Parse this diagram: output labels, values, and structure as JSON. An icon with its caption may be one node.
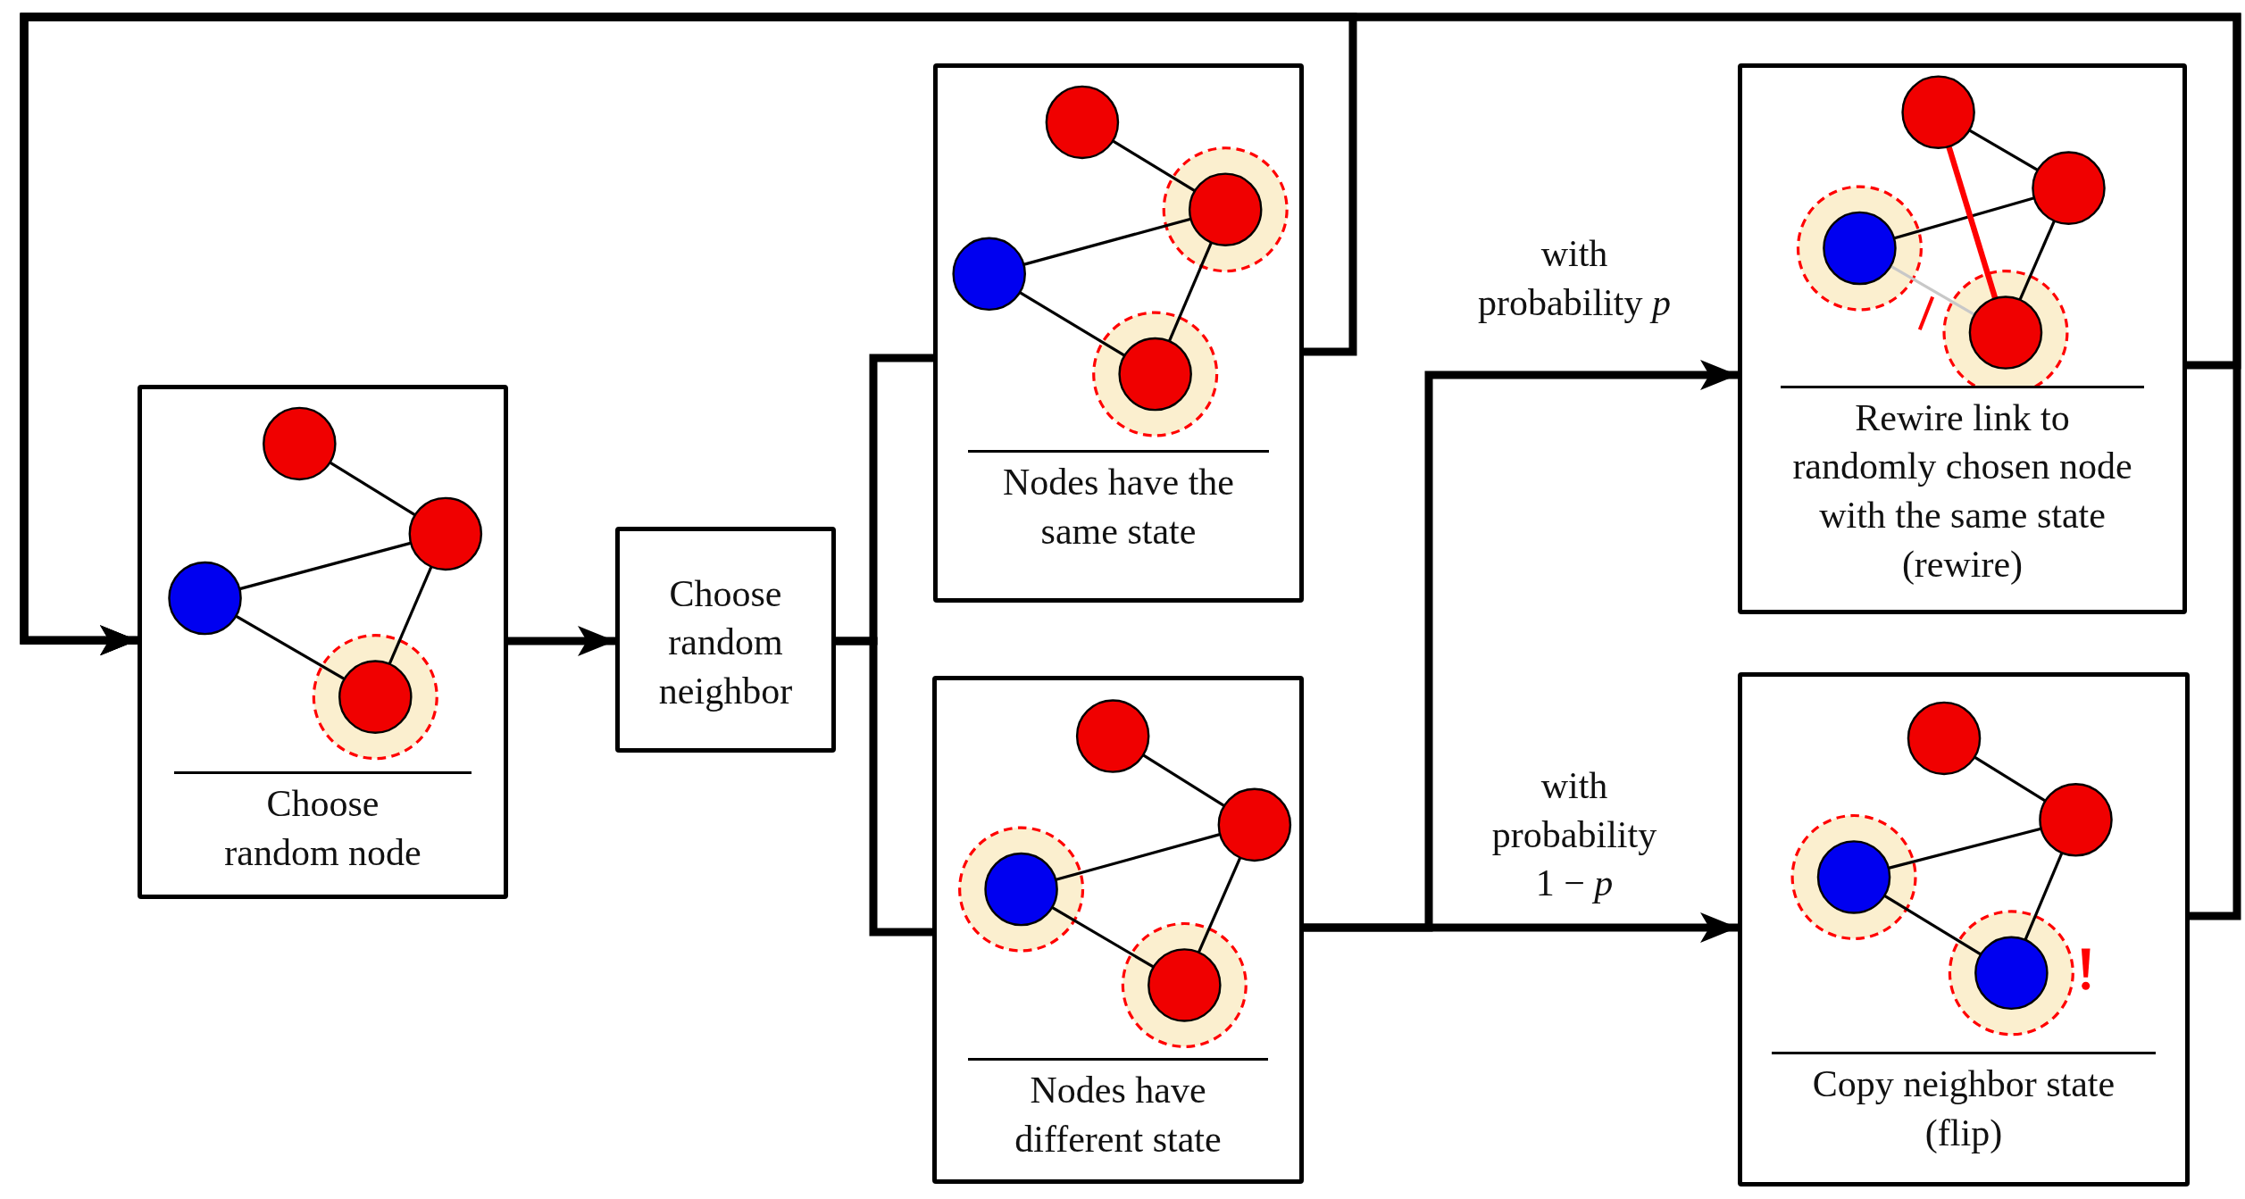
{
  "diagram": {
    "nodes": [
      {
        "text": [
          "Choose random node"
        ]
      },
      {
        "text": [
          "Choose random neighbor"
        ]
      },
      {
        "text": [
          "Nodes have the same state"
        ]
      },
      {
        "text": [
          "Nodes have different state"
        ]
      },
      {
        "text": [
          "Rewire link to randomly chosen node with the same state (rewire)"
        ]
      },
      {
        "text": [
          "Copy neighbor state (flip)"
        ]
      }
    ],
    "edges": [
      {
        "from": 0,
        "to": 1,
        "arrow": "to"
      },
      {
        "from": 1,
        "to": 2,
        "arrow": "none"
      },
      {
        "from": 1,
        "to": 3,
        "arrow": "none"
      },
      {
        "from": 2,
        "to": 0,
        "arrow": "to"
      },
      {
        "from": 3,
        "to": 4,
        "arrow": "to",
        "label": "with probability *p*"
      },
      {
        "from": 3,
        "to": 5,
        "arrow": "to",
        "label": "with probability 1 − *p*"
      },
      {
        "from": 4,
        "to": 0,
        "arrow": "to"
      },
      {
        "from": 5,
        "to": 0,
        "arrow": "to"
      }
    ]
  }
}
